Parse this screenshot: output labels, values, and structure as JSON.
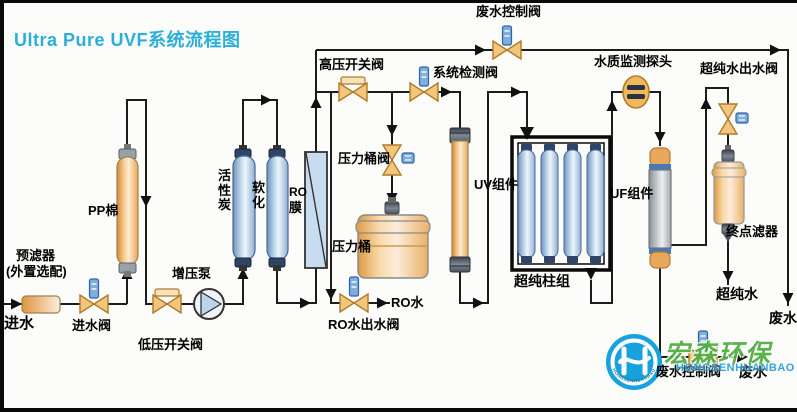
{
  "title": "Ultra Pure UVF系统流程图",
  "labels": {
    "inlet": "进水",
    "prefilter_line1": "预滤器",
    "prefilter_line2": "(外置选配)",
    "inlet_valve": "进水阀",
    "pp_cotton": "PP棉",
    "low_pressure_valve": "低压开关阀",
    "booster_pump": "增压泵",
    "activated_carbon": "活性炭",
    "softener": "软化",
    "ro_membrane_line1": "RO",
    "ro_membrane_line2": "膜",
    "high_pressure_valve": "高压开关阀",
    "tank_valve": "压力桶阀",
    "pressure_tank": "压力桶",
    "ro_outlet_valve": "RO水出水阀",
    "ro_water": "RO水",
    "system_detect_valve": "系统检测阀",
    "uv_module": "UV组件",
    "waste_valve_top": "废水控制阀",
    "ultrapure_columns": "超纯柱组",
    "quality_probe": "水质监测探头",
    "uf_module": "UF组件",
    "ultrapure_outlet_valve": "超纯水出水阀",
    "final_filter": "终点滤器",
    "ultrapure_water": "超纯水",
    "waste_right": "废水",
    "waste_valve_bottom": "废水控制阀",
    "waste_bottom": "废水"
  },
  "logo": {
    "cn": "宏森环保",
    "en": "HONGSENHUANBAO",
    "ring_text": "HONGSENHUANBAO"
  },
  "colors": {
    "title": "#2AB0D8",
    "pipe": "#1c1c1c",
    "tank_orange": "#EFAF62",
    "column_blue": "#9FBEDC",
    "valve_orange": "#F3C67E",
    "sensor_blue": "#7FAEDC",
    "logo_blue": "#17A2DE",
    "logo_green": "#4CAD3C"
  }
}
